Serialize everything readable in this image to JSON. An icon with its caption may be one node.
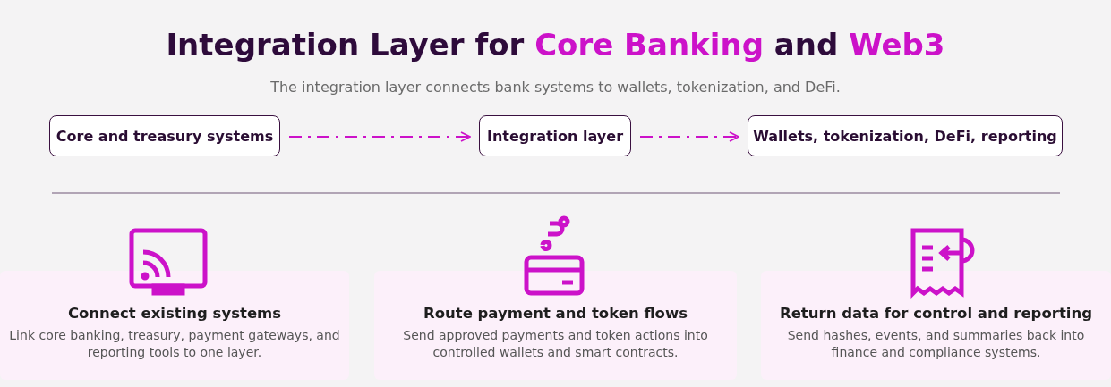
{
  "diagram": {
    "title": "Integration Layer for **Core Banking** and **Web3**",
    "caption": "The integration layer connects bank systems to wallets, tokenization, and DeFi.",
    "nodes": [
      {
        "text": [
          "Core and treasury systems"
        ]
      },
      {
        "text": [
          "Integration layer"
        ]
      },
      {
        "text": [
          "Wallets, tokenization, DeFi, reporting"
        ]
      },
      {
        "text": [
          "Connect existing systems",
          "Link core banking, treasury, payment gateways, and reporting tools to one layer."
        ]
      },
      {
        "text": [
          "Route payment and token flows",
          "Send approved payments and token actions into controlled wallets and smart contracts."
        ]
      },
      {
        "text": [
          "Return data for control and reporting",
          "Send hashes, events, and summaries back into finance and compliance systems."
        ]
      }
    ],
    "edges": [
      {
        "from": 0,
        "to": 1,
        "arrow": "to",
        "style": "dashed"
      },
      {
        "from": 1,
        "to": 2,
        "arrow": "to",
        "style": "dashed"
      }
    ]
  }
}
